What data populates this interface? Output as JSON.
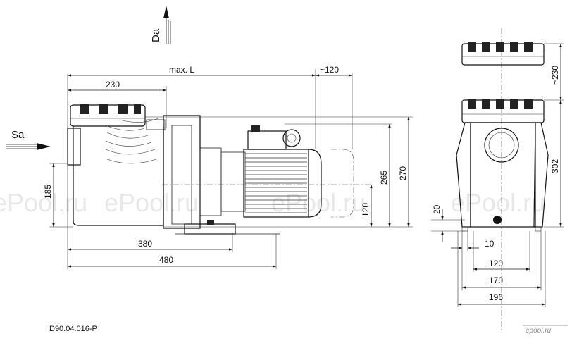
{
  "drawing_code": "D90.04.016-P",
  "watermark": "ePool.ru",
  "brand_mark": "epool.ru",
  "ports": {
    "suction": "Sa",
    "discharge": "Da"
  },
  "side_view": {
    "max_length": "max. L",
    "width_230": "230",
    "clearance_120": "~120",
    "height_185": "185",
    "height_265": "265",
    "height_270": "270",
    "height_120": "120",
    "length_380": "380",
    "length_480": "480"
  },
  "front_view": {
    "lid_clearance_230": "~230",
    "height_302": "302",
    "foot_20": "20",
    "hole_10": "10",
    "width_120": "120",
    "width_170": "170",
    "width_196": "196"
  }
}
